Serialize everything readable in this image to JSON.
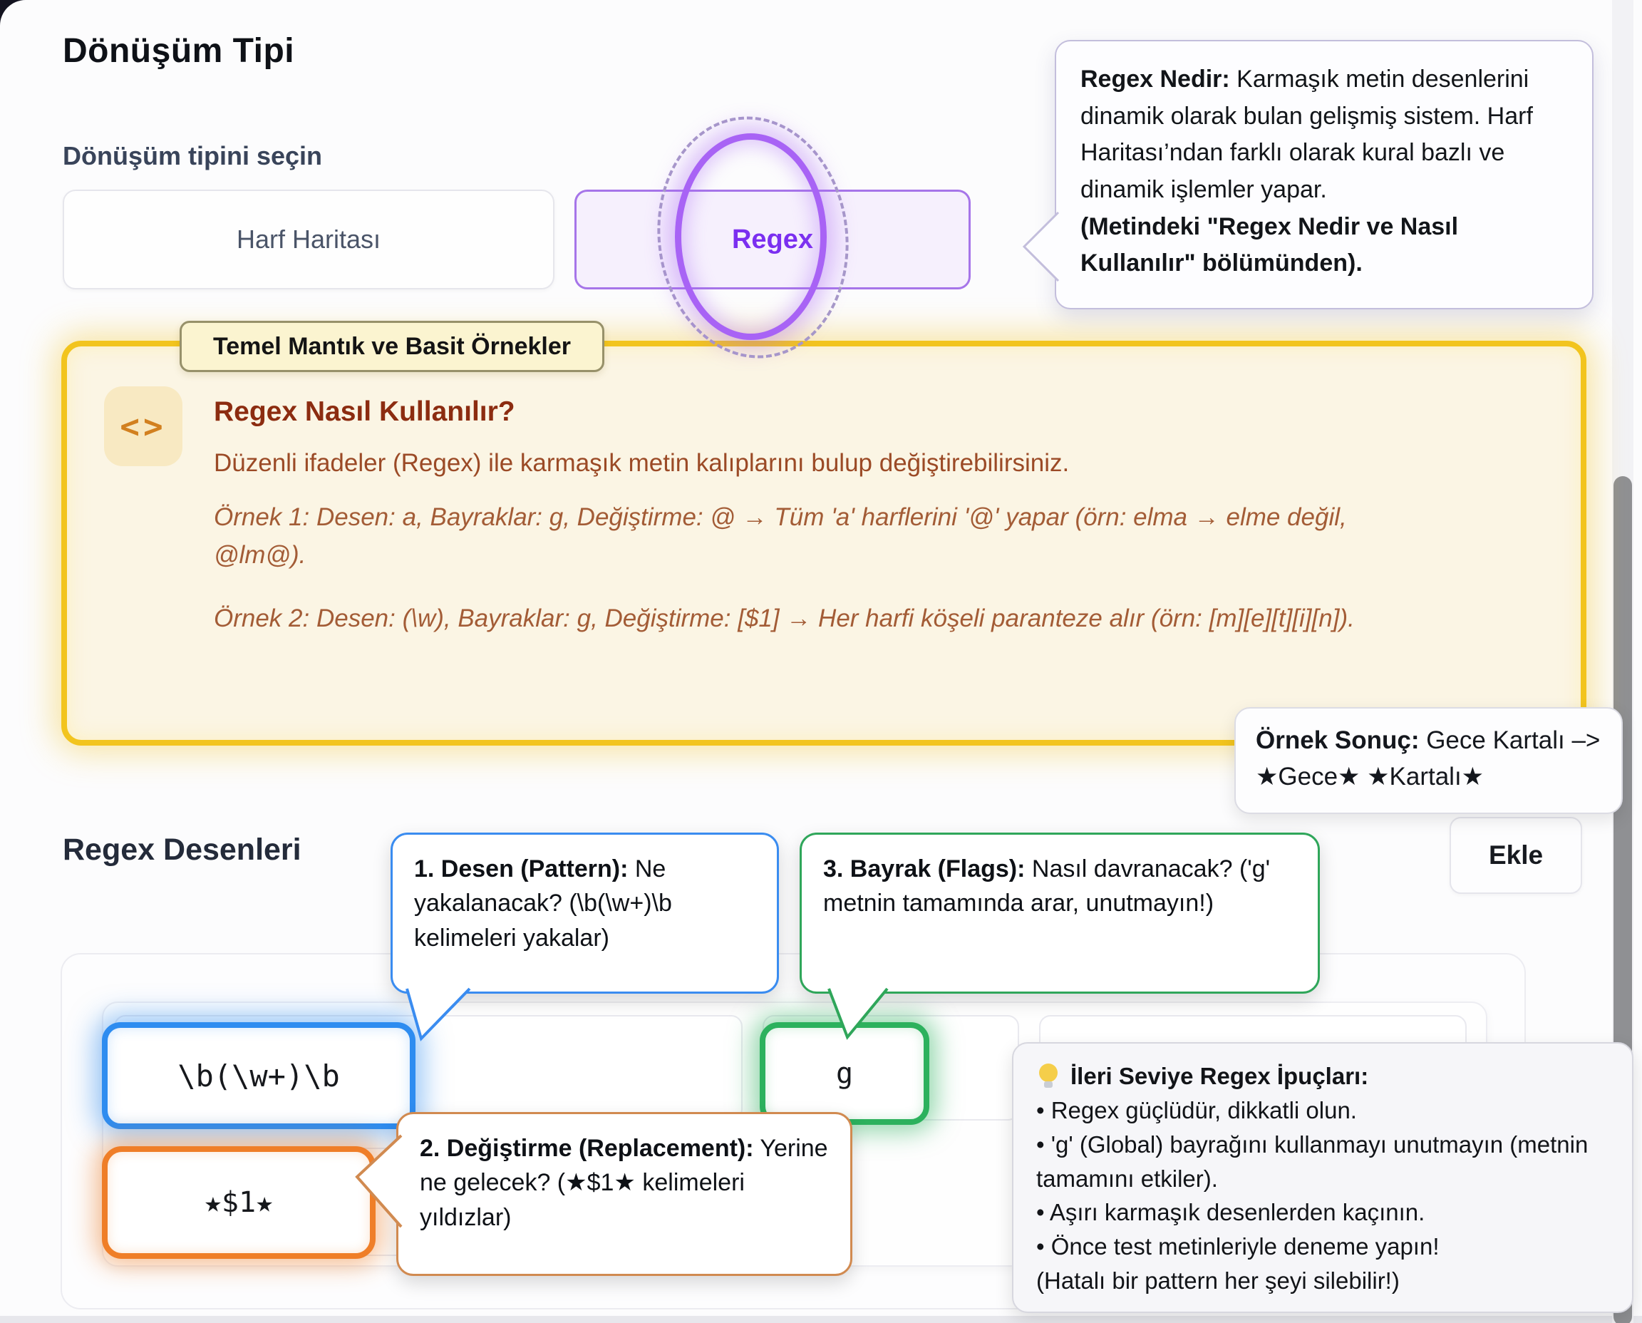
{
  "header": {
    "title": "Dönüşüm Tipi",
    "select_label": "Dönüşüm tipini seçin"
  },
  "type_selector": {
    "options": [
      "Harf Haritası",
      "Regex"
    ]
  },
  "regex_info_tooltip": {
    "lead": "Regex Nedir:",
    "body": " Karmaşık metin desenlerini dinamik olarak bulan gelişmiş sistem. Harf Haritası’ndan farklı olarak kural bazlı ve dinamik işlemler yapar.",
    "note": "(Metindeki \"Regex Nedir ve Nasıl Kullanılır\" bölümünden)."
  },
  "guide": {
    "tag": "Temel Mantık ve Basit Örnekler",
    "icon": "<>",
    "heading": "Regex Nasıl Kullanılır?",
    "intro": "Düzenli ifadeler (Regex) ile karmaşık metin kalıplarını bulup değiştirebilirsiniz.",
    "example1": "Örnek 1: Desen: a, Bayraklar: g, Değiştirme: @ → Tüm 'a' harflerini '@' yapar (örn: elma → elme değil, @lm@).",
    "example2": "Örnek 2: Desen: (\\w), Bayraklar: g, Değiştirme: [$1] → Her harfi köşeli paranteze alır (örn: [m][e][t][i][n])."
  },
  "result_tooltip": {
    "lead": "Örnek Sonuç:",
    "body": " Gece Kartalı –> ★Gece★ ★Kartalı★"
  },
  "patterns": {
    "heading": "Regex Desenleri",
    "add_button": "Ekle",
    "pattern_value": "\\b(\\w+)\\b",
    "flags_value": "g",
    "replacement_value": "★$1★"
  },
  "callouts": {
    "pattern": {
      "lead": "1. Desen (Pattern):",
      "body": " Ne yakalanacak? (\\b(\\w+)\\b kelimeleri yakalar)"
    },
    "flags": {
      "lead": "3. Bayrak (Flags):",
      "body": " Nasıl davranacak? ('g' metnin tamamında arar, unutmayın!)"
    },
    "replacement": {
      "lead": "2. Değiştirme (Replacement):",
      "body": " Yerine ne gelecek? (★$1★ kelimeleri yıldızlar)"
    }
  },
  "tips_tooltip": {
    "title": "İleri Seviye Regex İpuçları:",
    "items": [
      "• Regex güçlüdür, dikkatli olun.",
      "• 'g' (Global) bayrağını kullanmayı unutmayın (metnin tamamını etkiler).",
      "• Aşırı karmaşık desenlerden kaçının.",
      "• Önce test metinleriyle deneme yapın!",
      "(Hatalı bir pattern her şeyi silebilir!)"
    ]
  },
  "colors": {
    "accent_purple": "#a863f5",
    "accent_blue": "#2d8cf0",
    "accent_green": "#2cb15d",
    "accent_orange": "#ef7e28",
    "guide_yellow": "#f2c41e"
  }
}
